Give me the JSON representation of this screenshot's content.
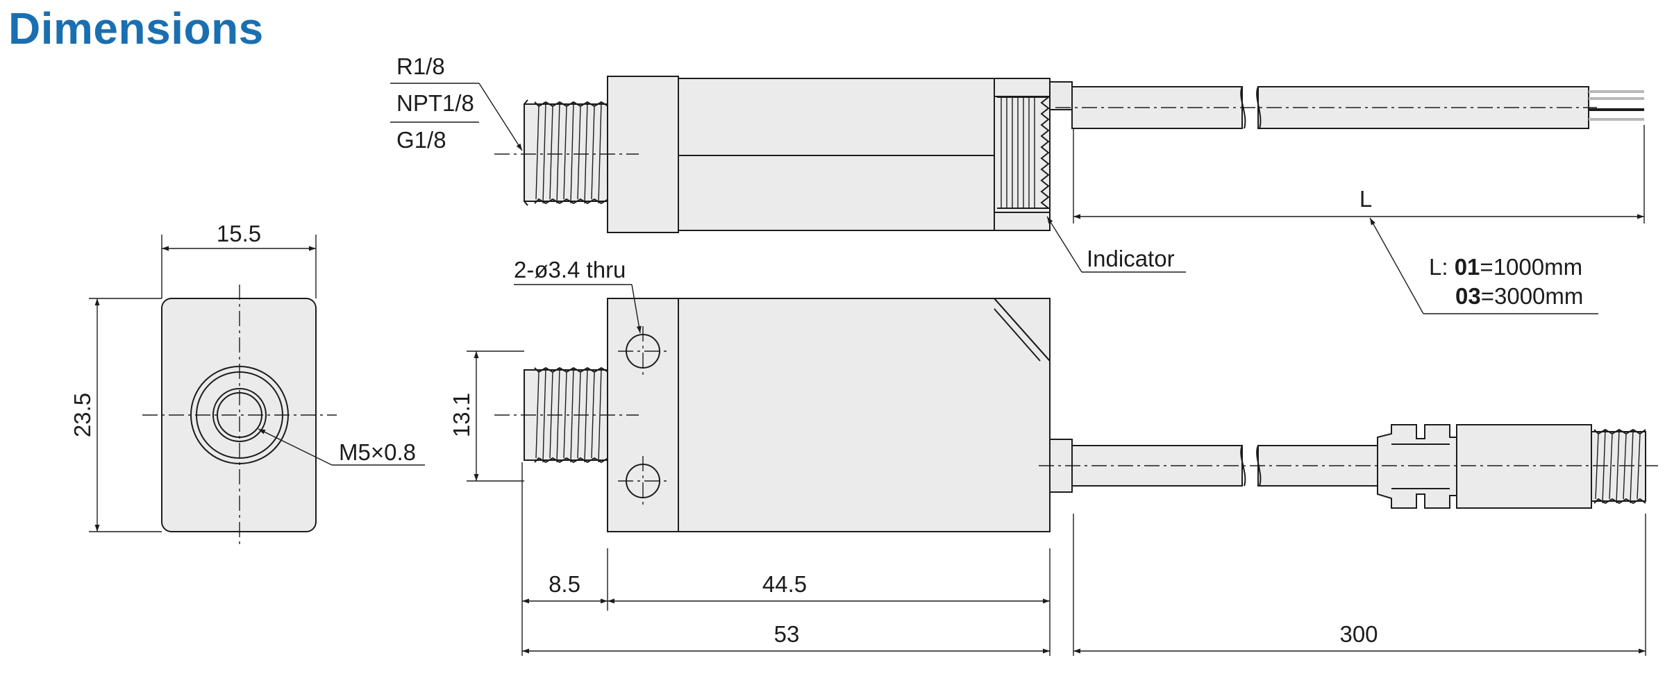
{
  "heading": "Dimensions",
  "labels": {
    "thread_r": "R1/8",
    "thread_npt": "NPT1/8",
    "thread_g": "G1/8",
    "indicator": "Indicator",
    "cable_length": "L",
    "length_option_prefix": "L: ",
    "length_code_01": "01",
    "length_value_01": "=1000mm",
    "length_code_03": "03",
    "length_value_03": "=3000mm",
    "mount_holes": "2-ø3.4 thru",
    "port_thread": "M5×0.8"
  },
  "dimensions": {
    "front_width": "15.5",
    "front_height": "23.5",
    "thread_height": "13.1",
    "thread_length": "8.5",
    "body_length": "44.5",
    "overall_length": "53",
    "cable_300": "300"
  }
}
